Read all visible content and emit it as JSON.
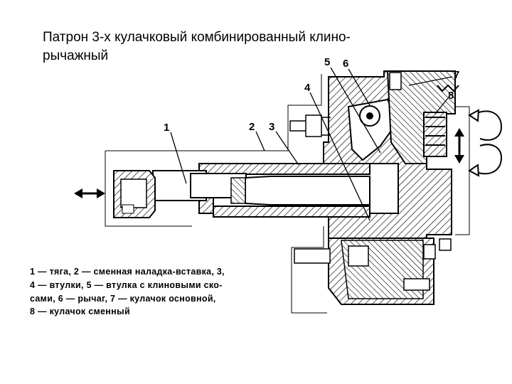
{
  "slide": {
    "title": "Патрон 3-х кулачковый комбинированный клино-рычажный"
  },
  "diagram": {
    "callouts": [
      "1",
      "2",
      "3",
      "4",
      "5",
      "6",
      "7",
      "8"
    ],
    "legend_lines": [
      "1 — тяга, 2 — сменная наладка-вставка, 3,",
      "4 — втулки, 5 — втулка с клиновыми ско-",
      "сами, 6 — рычаг, 7 — кулачок основной,",
      "8 — кулачок сменный"
    ]
  }
}
